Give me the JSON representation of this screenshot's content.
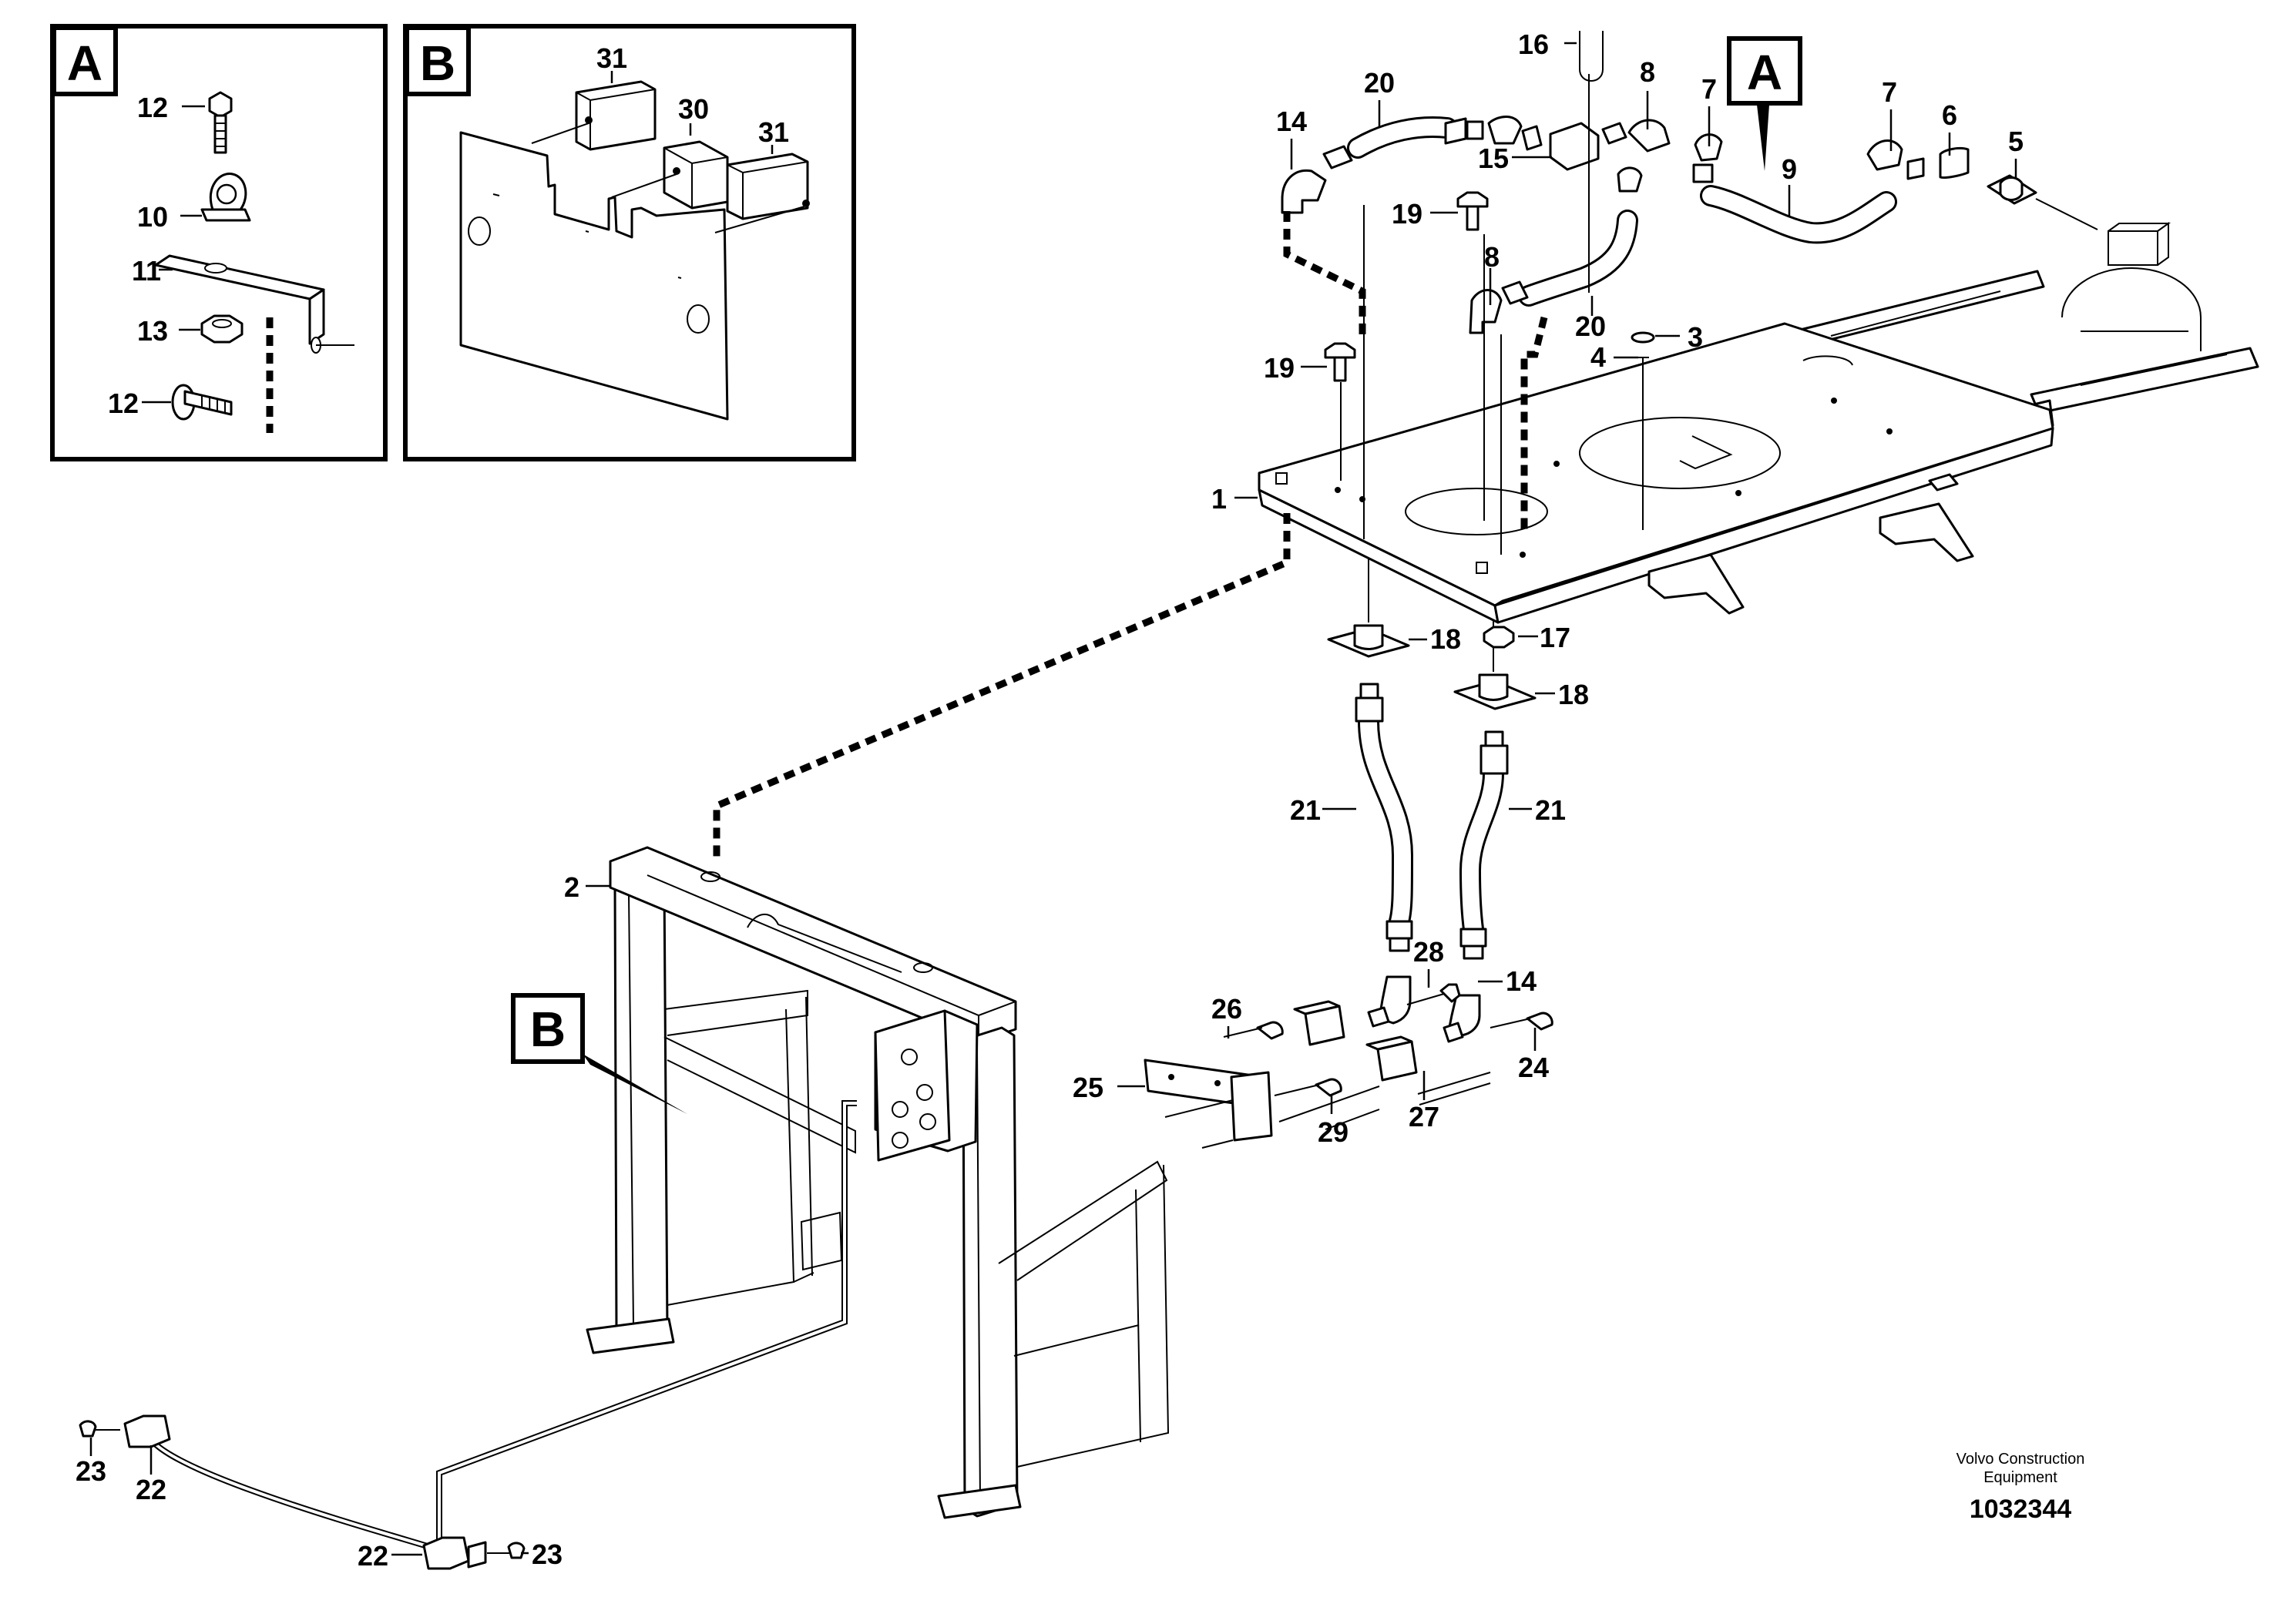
{
  "detail_a": {
    "letter": "A",
    "labels": [
      "12",
      "10",
      "11",
      "13",
      "12"
    ]
  },
  "detail_b": {
    "letter": "B",
    "labels": [
      "31",
      "30",
      "31"
    ]
  },
  "callouts": {
    "n16": "16",
    "n20a": "20",
    "n8a": "8",
    "n7a": "7",
    "n7b": "7",
    "n6": "6",
    "n5": "5",
    "n14a": "14",
    "n15": "15",
    "n9": "9",
    "n19a": "19",
    "n8b": "8",
    "n20b": "20",
    "n3": "3",
    "n4": "4",
    "n19b": "19",
    "n1": "1",
    "n17": "17",
    "n18a": "18",
    "n18b": "18",
    "n21a": "21",
    "n21b": "21",
    "n2": "2",
    "n28": "28",
    "n14b": "14",
    "n26": "26",
    "n25": "25",
    "n29": "29",
    "n27": "27",
    "n24": "24",
    "n23a": "23",
    "n22a": "22",
    "n22b": "22",
    "n23b": "23"
  },
  "markers": {
    "a": "A",
    "b": "B"
  },
  "footer": {
    "line1": "Volvo Construction",
    "line2": "Equipment",
    "number": "1032344"
  }
}
